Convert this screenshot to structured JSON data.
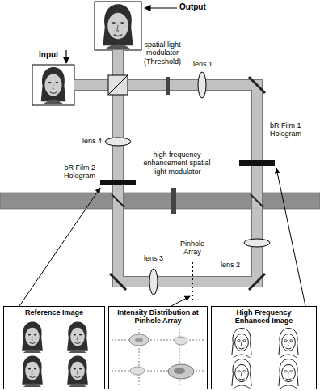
{
  "diagram": {
    "nodes": [
      {
        "text": [
          "Reference Image"
        ]
      },
      {
        "text": [
          "Intensity Distribution at Pinhole Array"
        ]
      },
      {
        "text": [
          "High Frequency Enhanced Image"
        ]
      }
    ],
    "labels": [
      "Output",
      "Input",
      "spatial light modulator (Threshold)",
      "lens 1",
      "bR Film 1 Hologram",
      "bR Film 2 Hologram",
      "high frequency enhancement spatial light modulator",
      "lens 4",
      "lens 3",
      "Pinhole Array",
      "lens 2"
    ]
  }
}
